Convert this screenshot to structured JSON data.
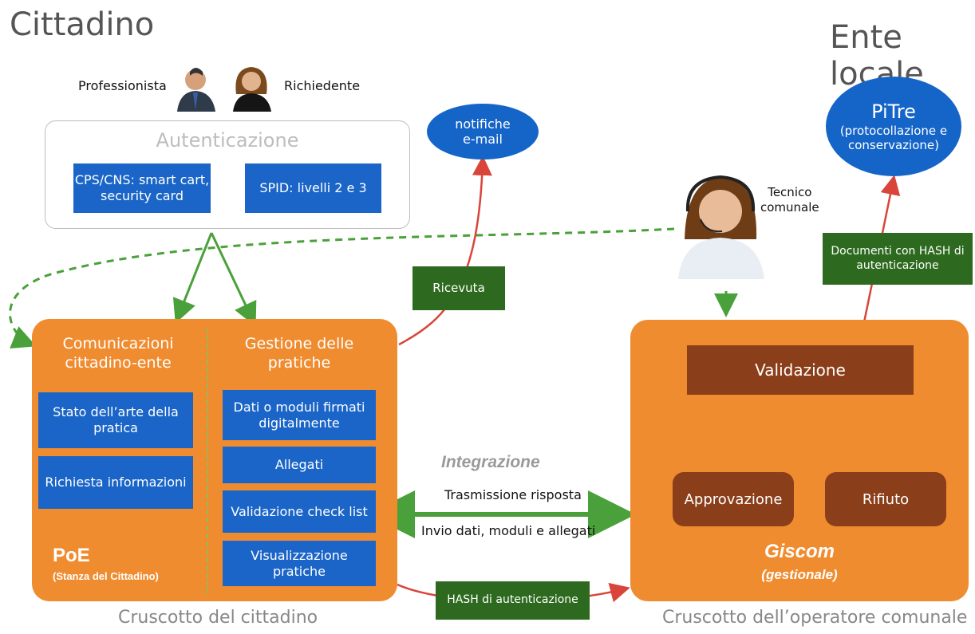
{
  "headings": {
    "left": "Cittadino",
    "right": "Ente locale"
  },
  "actors": {
    "professional": "Professionista",
    "applicant": "Richiedente",
    "technician": "Tecnico\ncomunale"
  },
  "auth": {
    "title": "Autenticazione",
    "cps": "CPS/CNS: smart cart,\nsecurity card",
    "spid": "SPID: livelli 2 e 3"
  },
  "ellipses": {
    "notifiche": "notifiche\ne-mail",
    "pitre_title": "PiTre",
    "pitre_sub": "(protocollazione e\nconservazione)"
  },
  "badges": {
    "ricevuta": "Ricevuta",
    "documenti": "Documenti con HASH di\nautenticazione",
    "hash": "HASH di autenticazione"
  },
  "poe": {
    "col1_title": "Comunicazioni\ncittadino-ente",
    "col2_title": "Gestione delle\npratiche",
    "items_left": [
      "Stato dell’arte della\npratica",
      "Richiesta informazioni"
    ],
    "items_right": [
      "Dati o moduli firmati\ndigitalmente",
      "Allegati",
      "Validazione check list",
      "Visualizzazione\npratiche"
    ],
    "name": "PoE",
    "subtitle": "(Stanza del Cittadino)",
    "caption": "Cruscotto del cittadino"
  },
  "integration": {
    "title": "Integrazione",
    "line1": "Trasmissione risposta",
    "line2": "Invio dati, moduli e allegati"
  },
  "giscom": {
    "validazione": "Validazione",
    "approvazione": "Approvazione",
    "rifiuto": "Rifiuto",
    "name": "Giscom",
    "subtitle": "(gestionale)",
    "caption": "Cruscotto dell’operatore comunale"
  },
  "colors": {
    "orange": "#f08c30",
    "blue": "#1a65c7",
    "green": "#2d6a1f",
    "brown": "#8b3e1a",
    "arrow_green": "#4aa03a",
    "arrow_red": "#d9453a"
  }
}
